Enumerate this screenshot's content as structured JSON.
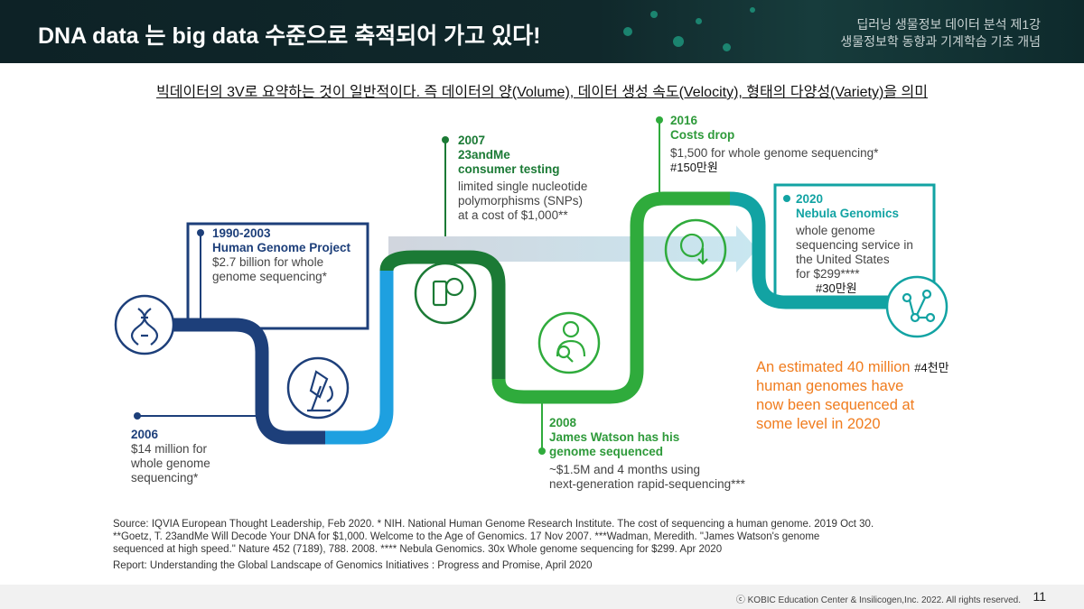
{
  "header": {
    "title": "DNA data 는 big data 수준으로 축적되어 가고 있다!",
    "subtitle_line1": "딥러닝 생물정보 데이터 분석 제1강",
    "subtitle_line2": "생물정보학 동향과 기계학습 기초 개념"
  },
  "lead": "빅데이터의 3V로 요약하는 것이 일반적이다. 즉 데이터의 양(Volume), 데이터 생성 속도(Velocity), 형태의 다양성(Variety)을 의미",
  "timeline": [
    {
      "year": "1990-2003",
      "title": "Human Genome Project",
      "desc": "$2.7 billion for whole genome sequencing*"
    },
    {
      "year": "2006",
      "desc_lines": [
        "$14 million for",
        "whole genome",
        "sequencing*"
      ]
    },
    {
      "year": "2007",
      "title_lines": [
        "23andMe",
        "consumer testing"
      ],
      "desc_lines": [
        "limited single nucleotide",
        "polymorphisms (SNPs)",
        "at a cost of $1,000**"
      ]
    },
    {
      "year": "2008",
      "title_lines": [
        "James Watson has his",
        "genome sequenced"
      ],
      "desc_lines": [
        "~$1.5M and 4 months using",
        "next-generation rapid-sequencing***"
      ]
    },
    {
      "year": "2016",
      "title": "Costs drop",
      "desc": "$1,500 for whole genome sequencing*",
      "note": "#150만원"
    },
    {
      "year": "2020",
      "title": "Nebula Genomics",
      "desc_lines": [
        "whole genome",
        "sequencing service in",
        "the United States",
        "for $299****"
      ],
      "note": "#30만원"
    }
  ],
  "callout": {
    "lines": [
      "An estimated 40 million",
      "human genomes have",
      "now been sequenced at",
      "some level in 2020"
    ],
    "note": "#4천만"
  },
  "icons": [
    "dna-icon",
    "microscope-icon",
    "phone-chat-icon",
    "person-search-icon",
    "dollar-down-icon",
    "network-icon"
  ],
  "colors": {
    "navy": "#1d3f7a",
    "lightblue": "#1ea0e0",
    "green": "#2e9a3a",
    "darkgreen": "#1b7a35",
    "teal": "#12a3a3",
    "orange": "#f07c1e"
  },
  "source": {
    "lines": [
      "Source: IQVIA European Thought Leadership, Feb 2020. * NIH. National Human Genome Research Institute. The cost of sequencing a human genome. 2019 Oct 30.",
      "**Goetz, T. 23andMe Will Decode Your DNA for $1,000. Welcome to the Age of Genomics. 17 Nov 2007. ***Wadman, Meredith. \"James Watson's genome",
      "sequenced at high speed.\" Nature 452 (7189), 788. 2008. **** Nebula Genomics. 30x Whole genome sequencing for $299. Apr 2020"
    ],
    "report": "Report: Understanding the Global Landscape of Genomics Initiatives : Progress and Promise, April 2020"
  },
  "footer": {
    "copyright": "ⓒ KOBIC Education Center & Insilicogen,Inc. 2022. All rights reserved.",
    "page": "11"
  }
}
